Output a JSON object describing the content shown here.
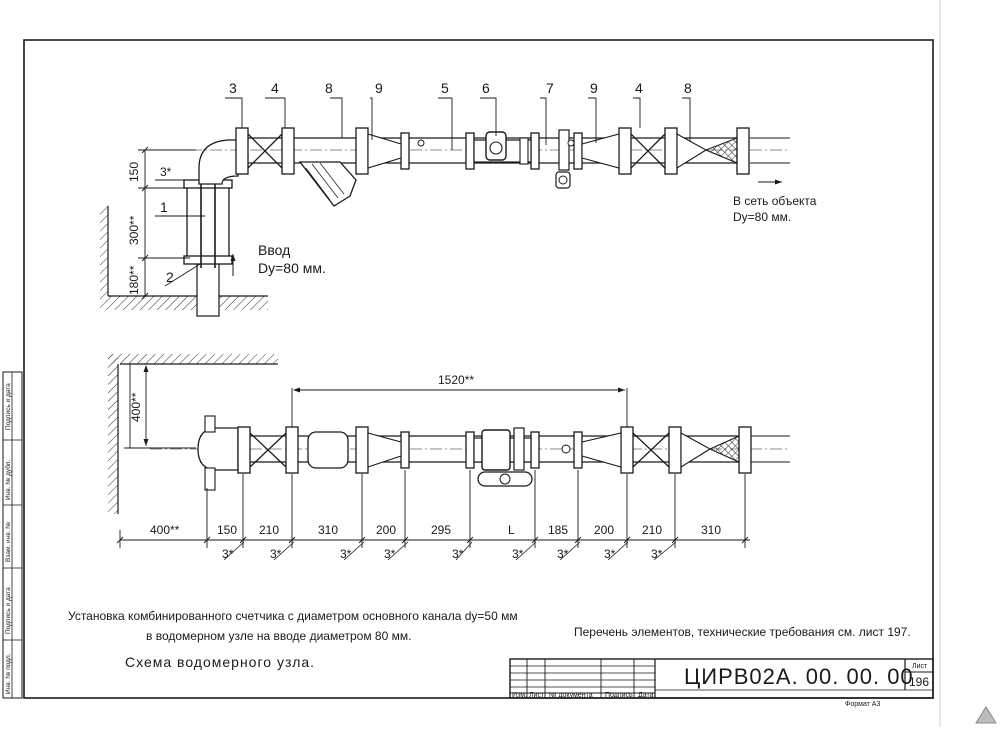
{
  "top_view": {
    "callouts": [
      "3",
      "4",
      "8",
      "9",
      "5",
      "6",
      "7",
      "9",
      "4",
      "8"
    ],
    "dims": {
      "d150": "150",
      "d300": "300**",
      "d180": "180**",
      "d3": "3*"
    },
    "leaders": {
      "l1": "1",
      "l2": "2"
    },
    "inlet": {
      "line1": "Ввод",
      "line2": "Dy=80 мм."
    },
    "outlet": {
      "line1": "В сеть объекта",
      "line2": "Dy=80 мм."
    }
  },
  "bottom_view": {
    "dim_left": "400**",
    "dim_total": "1520**",
    "dims": [
      "400**",
      "150",
      "210",
      "310",
      "200",
      "295",
      "L",
      "185",
      "200",
      "210",
      "310"
    ],
    "gaps": [
      "3*",
      "3*",
      "3*",
      "3*",
      "3*",
      "3*",
      "3*",
      "3*",
      "3*"
    ]
  },
  "side_strip": {
    "labels": [
      "Подпись и дата",
      "Инв. № дубл.",
      "Взам. инв. №",
      "Подпись и дата",
      "Инв. № подл."
    ]
  },
  "notes": {
    "line1": "Установка комбинированного счетчика с диаметром основного канала dy=50 мм",
    "line2": "в водомерном узле на вводе диаметром 80 мм.",
    "reference": "Перечень элементов, технические требования см. лист 197.",
    "caption": "Схема водомерного узла."
  },
  "title_block": {
    "headers": [
      "Изм.",
      "Лист",
      "№ документа",
      "Подпись",
      "Дата"
    ],
    "code": "ЦИРВ02А. 00. 00. 00",
    "sheet_label": "Лист",
    "sheet_number": "196",
    "format": "Формат А3"
  }
}
